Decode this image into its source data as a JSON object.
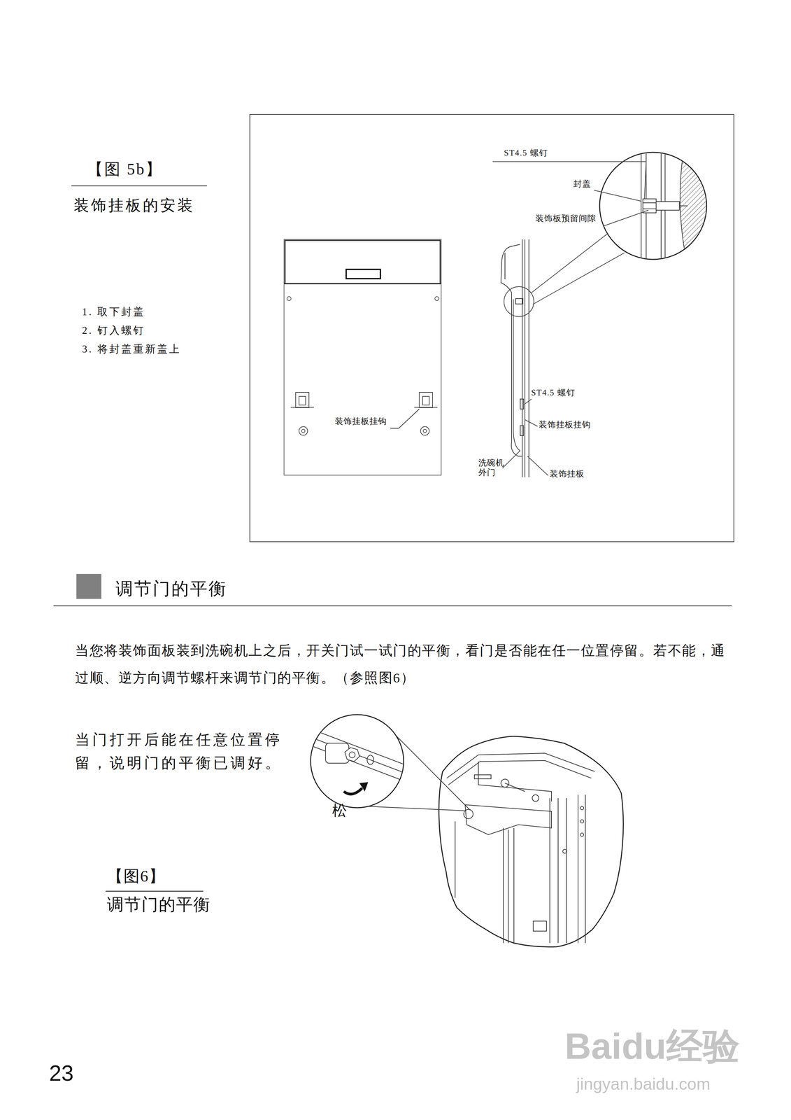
{
  "diagram": {
    "labels": [
      "【图 5b】",
      "装饰挂板的安装",
      "1. 取下封盖",
      "2. 钉入螺钉",
      "3. 将封盖重新盖上",
      "ST4.5 螺钉",
      "封盖",
      "装饰板预留间隙",
      "装饰挂板挂钩",
      "ST4.5 螺钉",
      "装饰挂板挂钩",
      "洗碗机外门",
      "装饰挂板",
      "调节门的平衡",
      "当您将装饰面板装到洗碗机上之后，开关门试一试门的平衡，看门是否能在任一位置停留。若不能，通过顺、逆方向调节螺杆来调节门的平衡。（参照图6）",
      "当门打开后能在任意位置停留，说明门的平衡已调好。",
      "松",
      "【图6】",
      "调节门的平衡",
      "23",
      "Baidu经验",
      "jingyan.baidu.com"
    ]
  }
}
